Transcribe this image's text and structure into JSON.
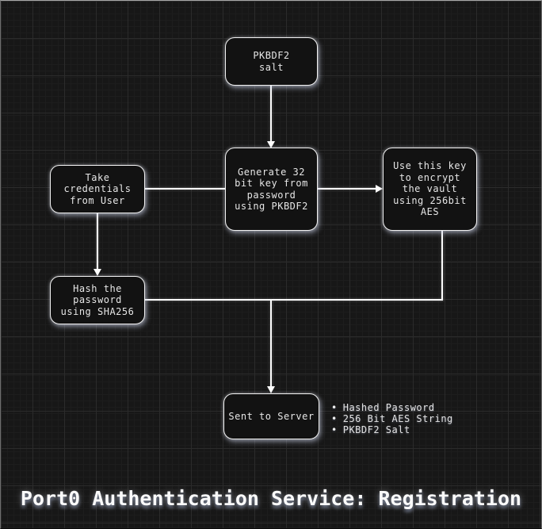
{
  "title": "Port0 Authentication Service: Registration",
  "nodes": {
    "salt": {
      "lines": [
        "PKBDF2",
        "salt"
      ]
    },
    "credentials": {
      "lines": [
        "Take",
        "credentials",
        "from User"
      ]
    },
    "generate": {
      "lines": [
        "Generate 32",
        "bit key from",
        "password",
        "using PKBDF2"
      ]
    },
    "encrypt": {
      "lines": [
        "Use this key",
        "to encrypt",
        "the vault",
        "using 256bit",
        "AES"
      ]
    },
    "hash": {
      "lines": [
        "Hash the",
        "password",
        "using SHA256"
      ]
    },
    "server": {
      "lines": [
        "Sent to Server"
      ]
    }
  },
  "server_payload": {
    "bullet": "•",
    "items": [
      "Hashed Password",
      "256 Bit AES String",
      "PKBDF2 Salt"
    ]
  },
  "colors": {
    "background": "#171717",
    "grid_minor": "#1d1d1d",
    "grid_major": "#2b2b2b",
    "node_fill": "#121212",
    "node_border": "#f2f2f2",
    "connector": "#fdfdfd",
    "text": "#e6e6e6",
    "title_text": "#fafafa",
    "glow": "#c4cce4"
  }
}
